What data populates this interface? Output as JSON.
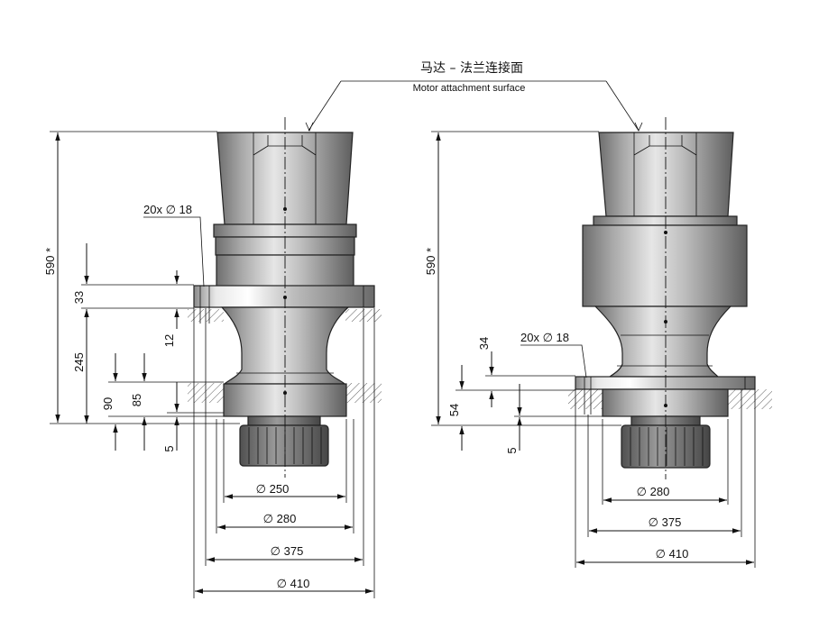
{
  "label": {
    "cn": "马达 – 法兰连接面",
    "en": "Motor attachment surface"
  },
  "left_view": {
    "overall_height": "590 *",
    "hole_pattern": "20x ∅ 18",
    "dim_33": "33",
    "dim_245": "245",
    "dim_12": "12",
    "dim_90": "90",
    "dim_85": "85",
    "dim_5": "5",
    "dia_250": "∅ 250",
    "dia_280": "∅ 280",
    "dia_375": "∅ 375",
    "dia_410": "∅ 410"
  },
  "right_view": {
    "overall_height": "590 *",
    "hole_pattern": "20x ∅ 18",
    "dim_34": "34",
    "dim_54": "54",
    "dim_5": "5",
    "dia_280": "∅ 280",
    "dia_375": "∅ 375",
    "dia_410": "∅ 410"
  }
}
